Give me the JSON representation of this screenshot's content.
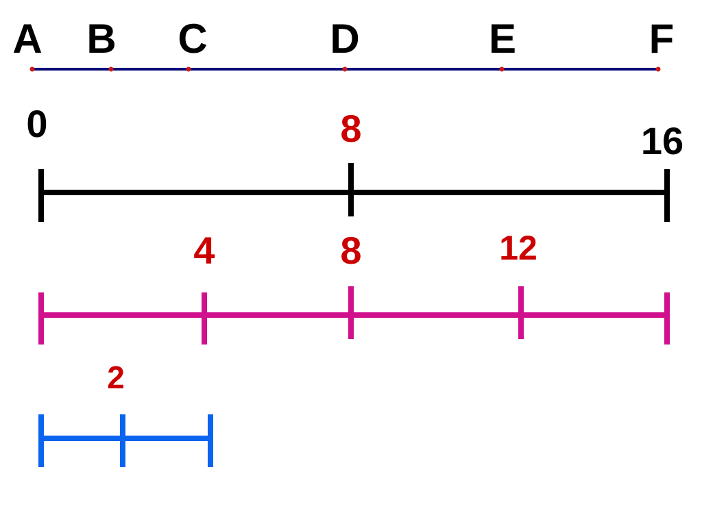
{
  "colors": {
    "segment_line": "#0a0a78",
    "segment_point": "#cc1a1a",
    "black": "#000000",
    "red": "#cc0000",
    "magenta": "#d0108c",
    "blue": "#0a64f0"
  },
  "segment": {
    "points": [
      {
        "label": "A"
      },
      {
        "label": "B"
      },
      {
        "label": "C"
      },
      {
        "label": "D"
      },
      {
        "label": "E"
      },
      {
        "label": "F"
      }
    ]
  },
  "line_black": {
    "start_label": "0",
    "mid_label": "8",
    "end_label": "16"
  },
  "line_magenta": {
    "labels": [
      {
        "text": "4",
        "value": 4
      },
      {
        "text": "8",
        "value": 8
      },
      {
        "text": "12",
        "value": 12
      }
    ]
  },
  "line_blue": {
    "label": "2"
  }
}
